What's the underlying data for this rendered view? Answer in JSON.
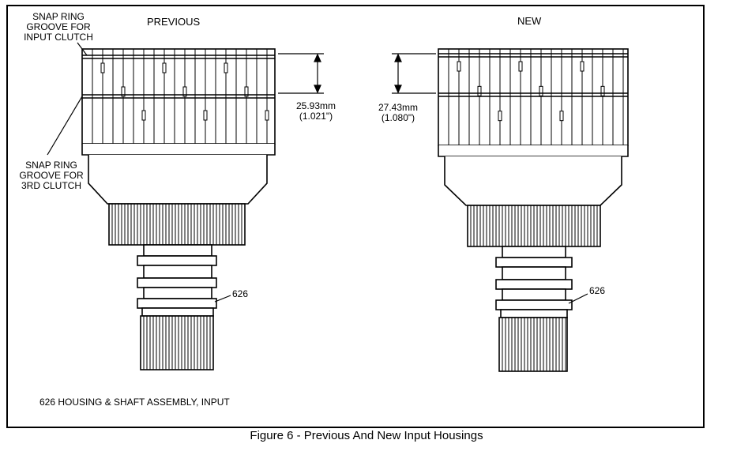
{
  "labels": {
    "previous": "PREVIOUS",
    "new": "NEW",
    "snap_ring_input_line1": "SNAP RING",
    "snap_ring_input_line2": "GROOVE FOR",
    "snap_ring_input_line3": "INPUT CLUTCH",
    "snap_ring_3rd_line1": "SNAP RING",
    "snap_ring_3rd_line2": "GROOVE FOR",
    "snap_ring_3rd_line3": "3RD CLUTCH",
    "dim_previous_mm": "25.93mm",
    "dim_previous_in": "(1.021\")",
    "dim_new_mm": "27.43mm",
    "dim_new_in": "(1.080\")",
    "callout_previous": "626",
    "callout_new": "626",
    "legend": "626  HOUSING & SHAFT ASSEMBLY, INPUT"
  },
  "caption": "Figure 6 - Previous And New Input Housings"
}
